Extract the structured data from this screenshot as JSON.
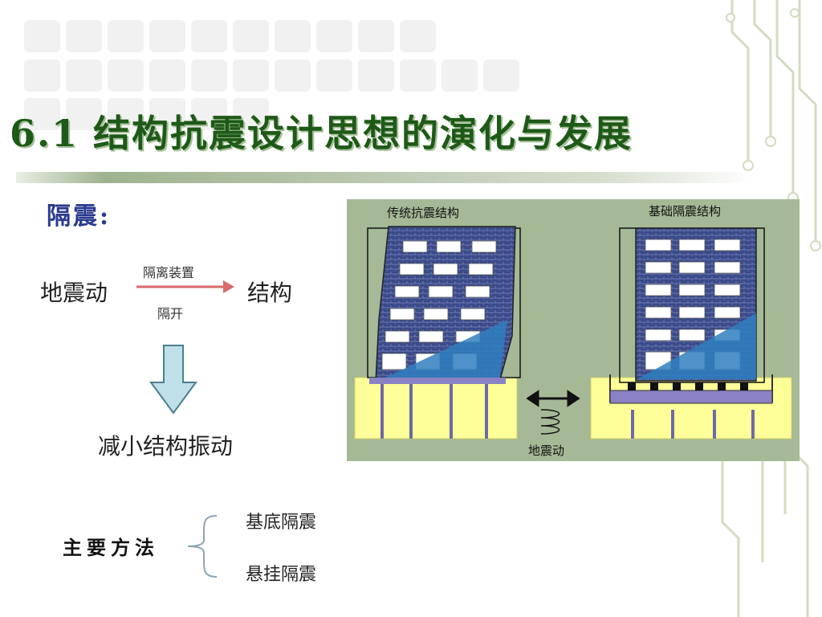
{
  "slide": {
    "title": "6.1 结构抗震设计思想的演化与发展",
    "subtitle": "隔震:",
    "flow": {
      "source": "地震动",
      "target": "结构",
      "arrow_top_label": "隔离装置",
      "arrow_bottom_label": "隔开",
      "result": "减小结构振动"
    },
    "methods": {
      "label": "主要方法",
      "items": [
        "基底隔震",
        "悬挂隔震"
      ]
    },
    "diagram": {
      "left_label": "传统抗震结构",
      "right_label": "基础隔震结构",
      "ground_label": "地震动"
    },
    "colors": {
      "title": "#1e5a17",
      "subtitle": "#2a3a8e",
      "diagram_bg": "#a5b996",
      "building_brick": "#3a4a88",
      "window_blue": "#2f7fc0",
      "ground_yellow": "#ffff99",
      "foundation": "#8a82c4",
      "arrow_fill": "#bfe0e8"
    }
  }
}
